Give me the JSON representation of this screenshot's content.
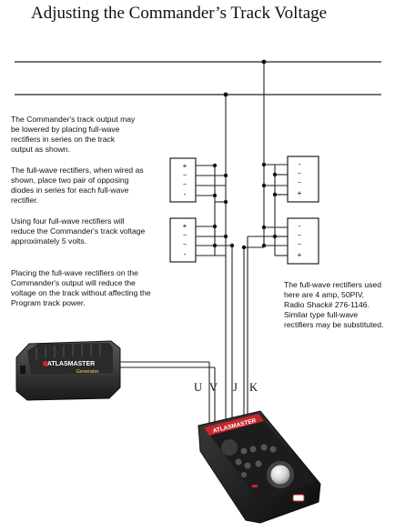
{
  "title": "Adjusting the Commander’s Track Voltage",
  "notes_left": [
    "The Commander's track output may be lowered by placing full-wave rectifiers in series on the track output as shown.",
    "The full-wave rectifiers, when wired as shown, place two pair of opposing diodes in series for each full-wave rectifier.",
    "Using four full-wave rectifiers will reduce the Commander's track voltage approximately 5 volts.",
    "Placing the full-wave rectifiers on the Commander's output will reduce the voltage on the track without affecting the Program track power."
  ],
  "note_right": "The full-wave rectifiers used here are 4 amp, 50PIV, Radio Shack# 276-1146. Similar type full-wave rectifiers may be substituted.",
  "wire_labels": [
    "U",
    "V",
    "J",
    "K"
  ],
  "rectifier_pins": [
    "+",
    "~",
    "~",
    "-"
  ],
  "generator": {
    "brand": "ATLASMASTER",
    "model": "Generator"
  },
  "commander": {
    "brand": "ATLASMASTER"
  }
}
